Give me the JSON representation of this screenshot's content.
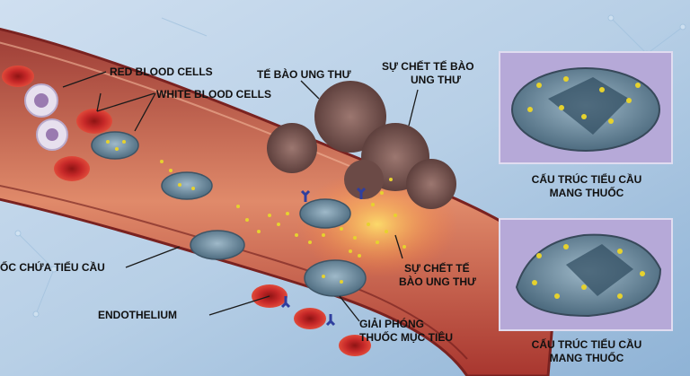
{
  "labels": {
    "red_blood_cells": "RED BLOOD CELLS",
    "white_blood_cells": "WHITE BLOOD CELLS",
    "cancer_cell": "TẾ BÀO UNG THƯ",
    "cancer_death_top_1": "SỰ CHẾT TẾ BÀO",
    "cancer_death_top_2": "UNG THƯ",
    "platelet_drug": "ỐC CHỨA TIỂU CẦU",
    "cancer_death_mid_1": "SỰ CHẾT TẾ",
    "cancer_death_mid_2": "BÀO UNG THƯ",
    "endothelium": "ENDOTHELIUM",
    "release_1": "GIẢI PHÓNG",
    "release_2": "THUỐC MỤC TIÊU",
    "panel_top_1": "CẤU TRÚC TIỂU CẦU",
    "panel_top_2": "MANG THUỐC",
    "panel_bottom_1": "CẤU TRÚC TIỂU CẦU",
    "panel_bottom_2": "MANG THUỐC"
  },
  "colors": {
    "background": "#b9d2e6",
    "vessel_outer": "#8a2a2a",
    "vessel_inner": "#d9735a",
    "red_cell": "#c92a2a",
    "platelet": "#6f8fa3",
    "cancer_cell": "#7d5a55",
    "drug_particle": "#e6d22e",
    "panel": "#b7aad8"
  },
  "icons": [
    "red-blood-cell-icon",
    "white-blood-cell-icon",
    "platelet-icon",
    "cancer-cell-icon",
    "receptor-icon",
    "drug-particle-icon"
  ]
}
